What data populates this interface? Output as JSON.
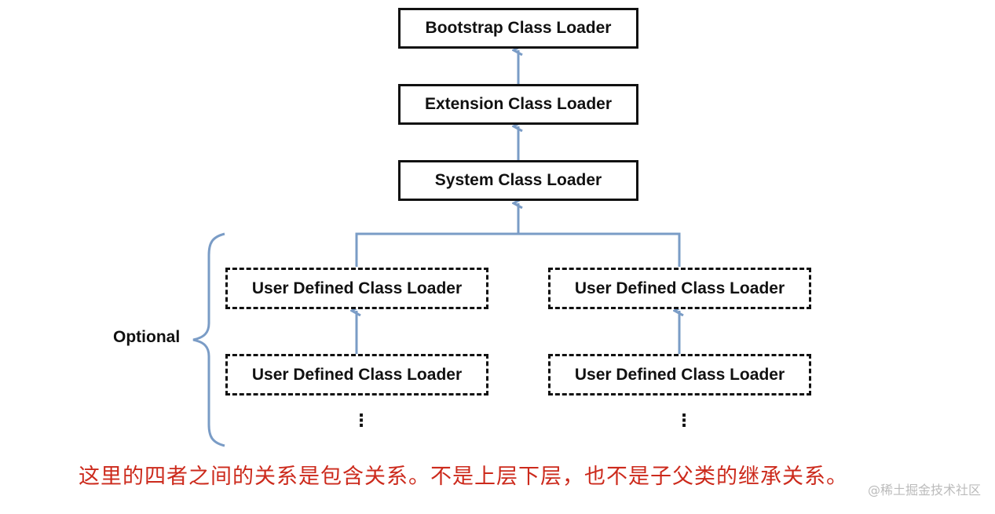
{
  "diagram": {
    "nodes": {
      "bootstrap": "Bootstrap Class Loader",
      "extension": "Extension Class Loader",
      "system": "System Class Loader",
      "user_left_top": "User Defined Class Loader",
      "user_left_bottom": "User Defined Class Loader",
      "user_right_top": "User Defined Class Loader",
      "user_right_bottom": "User Defined Class Loader"
    },
    "optional_label": "Optional",
    "continuation": "⋮",
    "line_color": "#7a9cc6",
    "box_border_color": "#111111"
  },
  "caption": {
    "text": "这里的四者之间的关系是包含关系。不是上层下层，也不是子父类的继承关系。",
    "color": "#cc2a1c"
  },
  "watermark": {
    "text": "@稀土掘金技术社区"
  }
}
